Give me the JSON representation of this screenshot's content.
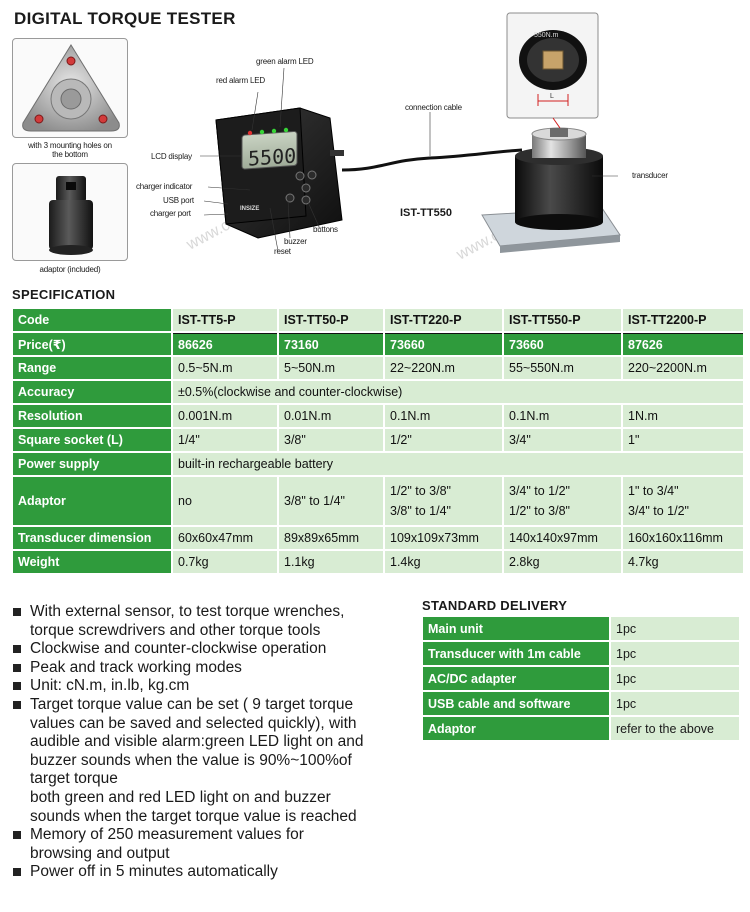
{
  "title": "DIGITAL TORQUE TESTER",
  "images": {
    "mounting_caption": "with 3 mounting holes on the bottom",
    "adaptor_caption": "adaptor (included)",
    "model_label": "IST-TT550",
    "device_display": "5500",
    "transducer_marking": "550N.m",
    "device_brand": "INSIZE",
    "callouts": {
      "green_led": "green alarm LED",
      "red_led": "red alarm LED",
      "lcd": "LCD display",
      "charger_indicator": "charger indicator",
      "usb": "USB port",
      "charger_port": "charger port",
      "buzzer": "buzzer",
      "reset": "reset",
      "buttons": "buttons",
      "cable": "connection cable",
      "transducer": "transducer",
      "dimension_l": "L"
    }
  },
  "specification": {
    "heading": "SPECIFICATION",
    "columns": [
      "Code",
      "IST-TT5-P",
      "IST-TT50-P",
      "IST-TT220-P",
      "IST-TT550-P",
      "IST-TT2200-P"
    ],
    "rows": {
      "price": {
        "label": "Price(₹)",
        "values": [
          "86626",
          "73160",
          "73660",
          "73660",
          "87626"
        ]
      },
      "range": {
        "label": "Range",
        "values": [
          "0.5~5N.m",
          "5~50N.m",
          "22~220N.m",
          "55~550N.m",
          "220~2200N.m"
        ]
      },
      "accuracy": {
        "label": "Accuracy",
        "value": "±0.5%(clockwise and counter-clockwise)"
      },
      "resolution": {
        "label": "Resolution",
        "values": [
          "0.001N.m",
          "0.01N.m",
          "0.1N.m",
          "0.1N.m",
          "1N.m"
        ]
      },
      "socket": {
        "label": "Square socket (L)",
        "values": [
          "1/4\"",
          "3/8\"",
          "1/2\"",
          "3/4\"",
          "1\""
        ]
      },
      "power": {
        "label": "Power supply",
        "value": "built-in rechargeable battery"
      },
      "adaptor": {
        "label": "Adaptor",
        "values": [
          [
            "no",
            ""
          ],
          [
            "3/8\" to 1/4\"",
            ""
          ],
          [
            "1/2\" to 3/8\"",
            "3/8\" to 1/4\""
          ],
          [
            "3/4\" to 1/2\"",
            "1/2\" to 3/8\""
          ],
          [
            "1\" to 3/4\"",
            "3/4\" to 1/2\""
          ]
        ]
      },
      "dimension": {
        "label": "Transducer dimension",
        "values": [
          "60x60x47mm",
          "89x89x65mm",
          "109x109x73mm",
          "140x140x97mm",
          "160x160x116mm"
        ]
      },
      "weight": {
        "label": "Weight",
        "values": [
          "0.7kg",
          "1.1kg",
          "1.4kg",
          "2.8kg",
          "4.7kg"
        ]
      }
    }
  },
  "features": [
    [
      "With external sensor, to test torque wrenches,",
      "torque screwdrivers and other torque tools"
    ],
    [
      "Clockwise and counter-clockwise operation"
    ],
    [
      "Peak and track working modes"
    ],
    [
      "Unit: cN.m, in.lb, kg.cm"
    ],
    [
      "Target torque value can be set ( 9 target torque",
      "values can be saved and selected quickly), with",
      "audible and visible alarm:green LED light on and",
      "buzzer sounds when the value is 90%~100%of",
      "target torque",
      "both green and red LED light on and buzzer",
      "sounds when the target torque value is reached"
    ],
    [
      "Memory of 250 measurement values for",
      "browsing and output"
    ],
    [
      "Power off in 5 minutes automatically"
    ]
  ],
  "delivery": {
    "heading": "STANDARD DELIVERY",
    "items": [
      {
        "label": "Main unit",
        "value": "1pc"
      },
      {
        "label": "Transducer with 1m cable",
        "value": "1pc"
      },
      {
        "label": "AC/DC adapter",
        "value": "1pc"
      },
      {
        "label": "USB cable and software",
        "value": "1pc"
      },
      {
        "label": "Adaptor",
        "value": "refer to the above"
      }
    ]
  },
  "colors": {
    "header_green": "#2f9b3c",
    "cell_green": "#d8ecd3",
    "text": "#1a1a1a"
  }
}
